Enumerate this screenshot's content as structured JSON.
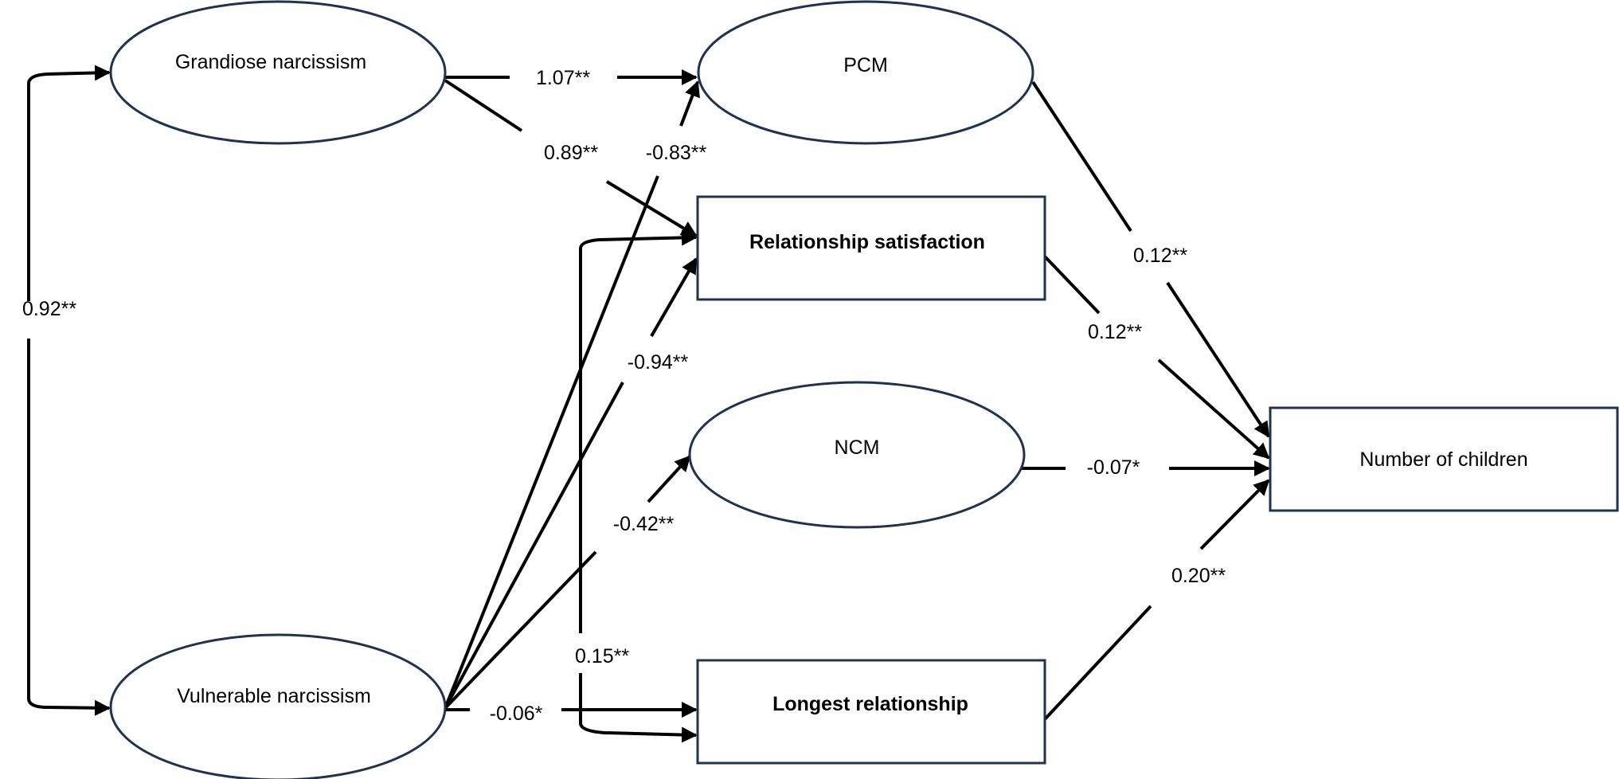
{
  "diagram": {
    "type": "path model",
    "nodes": {
      "grandiose": {
        "label": "Grandiose narcissism",
        "shape": "ellipse"
      },
      "vulnerable": {
        "label": "Vulnerable narcissism",
        "shape": "ellipse"
      },
      "pcm": {
        "label": "PCM",
        "shape": "ellipse"
      },
      "ncm": {
        "label": "NCM",
        "shape": "ellipse"
      },
      "relsat": {
        "label": "Relationship satisfaction",
        "shape": "rectangle",
        "bold": true
      },
      "longest": {
        "label": "Longest relationship",
        "shape": "rectangle",
        "bold": true
      },
      "children": {
        "label": "Number of children",
        "shape": "rectangle"
      }
    },
    "edges": {
      "grandiose_vulnerable": {
        "from": "grandiose",
        "to": "vulnerable",
        "label": "0.92**",
        "type": "covariance"
      },
      "grandiose_pcm": {
        "from": "grandiose",
        "to": "pcm",
        "label": "1.07**"
      },
      "grandiose_relsat": {
        "from": "grandiose",
        "to": "relsat",
        "label": "0.89**"
      },
      "vulnerable_pcm": {
        "from": "vulnerable",
        "to": "pcm",
        "label": "-0.83**"
      },
      "vulnerable_relsat": {
        "from": "vulnerable",
        "to": "relsat",
        "label": "-0.94**"
      },
      "vulnerable_ncm": {
        "from": "vulnerable",
        "to": "ncm",
        "label": "-0.42**"
      },
      "vulnerable_longest": {
        "from": "vulnerable",
        "to": "longest",
        "label": "-0.06*"
      },
      "relsat_longest": {
        "from": "relsat",
        "to": "longest",
        "label": "0.15**",
        "type": "covariance"
      },
      "pcm_children": {
        "from": "pcm",
        "to": "children",
        "label": "0.12**"
      },
      "relsat_children": {
        "from": "relsat",
        "to": "children",
        "label": "0.12**"
      },
      "ncm_children": {
        "from": "ncm",
        "to": "children",
        "label": "-0.07*"
      },
      "longest_children": {
        "from": "longest",
        "to": "children",
        "label": "0.20**"
      }
    }
  },
  "colors": {
    "node_border": "#1f3350",
    "edge": "#000000",
    "background": "#ffffff"
  }
}
